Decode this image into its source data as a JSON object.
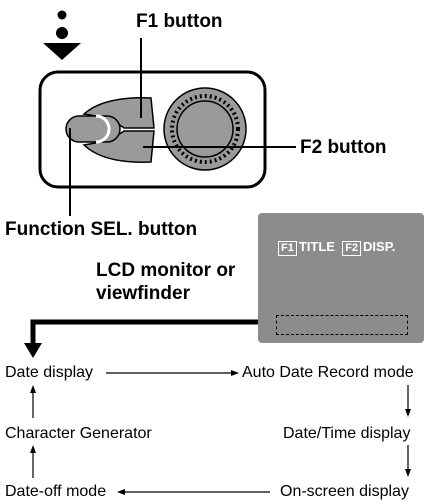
{
  "labels": {
    "f1_button": "F1 button",
    "f2_button": "F2 button",
    "function_sel_button": "Function SEL. button",
    "lcd_line1": "LCD monitor or",
    "lcd_line2": "viewfinder"
  },
  "screen": {
    "key1": "F1",
    "text1": "TITLE",
    "key2": "F2",
    "text2": "DISP."
  },
  "flow": {
    "date_display": "Date display",
    "auto_date": "Auto Date Record mode",
    "character_generator": "Character Generator",
    "date_time": "Date/Time display",
    "date_off": "Date-off mode",
    "onscreen": "On-screen display"
  },
  "colors": {
    "button_gray": "#9a9a9a",
    "screen_gray": "#8c8c8c",
    "line": "#000000"
  }
}
